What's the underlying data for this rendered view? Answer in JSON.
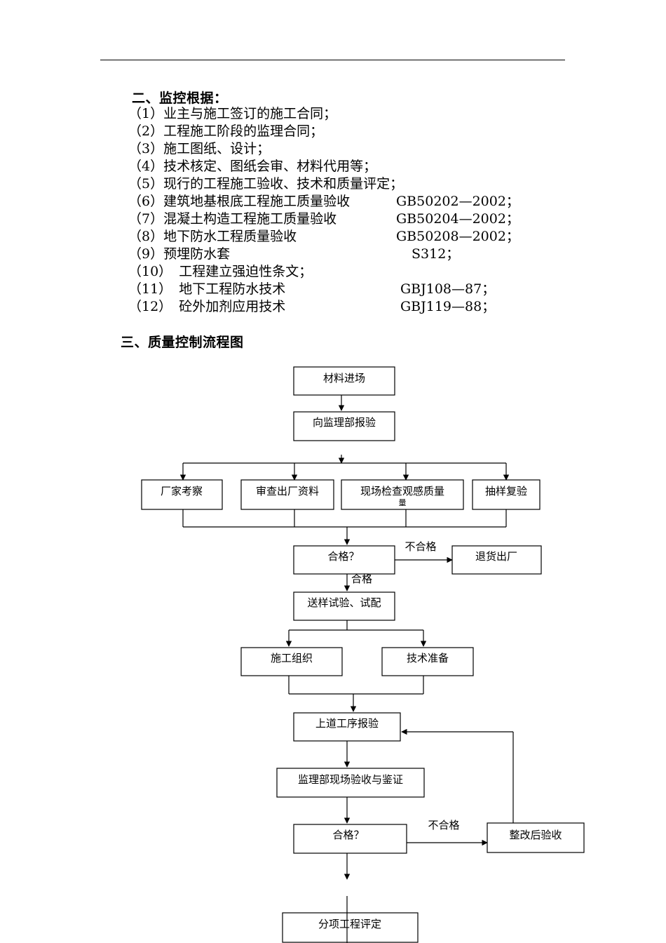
{
  "section2": {
    "title": "二、监控根据：",
    "items": [
      {
        "num": "（1）",
        "text": "业主与施工签订的施工合同；",
        "code": ""
      },
      {
        "num": "（2）",
        "text": "工程施工阶段的监理合同；",
        "code": ""
      },
      {
        "num": "（3）",
        "text": "施工图纸、设计；",
        "code": ""
      },
      {
        "num": "（4）",
        "text": "技术核定、图纸会审、材料代用等；",
        "code": ""
      },
      {
        "num": "（5）",
        "text": "现行的工程施工验收、技术和质量评定；",
        "code": ""
      },
      {
        "num": "（6）",
        "text": "建筑地基根底工程施工质量验收",
        "code": "GB50202—2002；"
      },
      {
        "num": "（7）",
        "text": "混凝土构造工程施工质量验收",
        "code": "GB50204—2002；"
      },
      {
        "num": "（8）",
        "text": "地下防水工程质量验收",
        "code": "GB50208—2002；"
      },
      {
        "num": "（9）",
        "text": "预埋防水套",
        "code": "S312；"
      },
      {
        "num": "（10）",
        "text": "工程建立强迫性条文；",
        "code": ""
      },
      {
        "num": "（11）",
        "text": "地下工程防水技术",
        "code": "GBJ108—87；"
      },
      {
        "num": "（12）",
        "text": "砼外加剂应用技术",
        "code": "GBJ119—88；"
      }
    ]
  },
  "section3": {
    "title": "三、质量控制流程图"
  },
  "flow": {
    "material_entry": "材料进场",
    "report_to_supervision": "向监理部报验",
    "factory_inspection": "厂家考察",
    "review_factory_docs": "审查出厂资料",
    "site_visual_check": "现场检查观感质量",
    "site_visual_check_overflow": "量",
    "sample_recheck": "抽样复验",
    "qualified_q1": "合格？",
    "unqualified_1": "不合格",
    "return_goods": "退货出厂",
    "qualified_1": "合格",
    "send_sample_test": "送样试验、试配",
    "construction_org": "施工组织",
    "tech_prep": "技术准备",
    "prev_process_report": "上道工序报验",
    "supervision_site_acceptance": "监理部现场验收与鉴证",
    "qualified_q2": "合格？",
    "unqualified_2": "不合格",
    "rectify_acceptance": "整改后验收",
    "sub_item_evaluation": "分项工程评定"
  }
}
